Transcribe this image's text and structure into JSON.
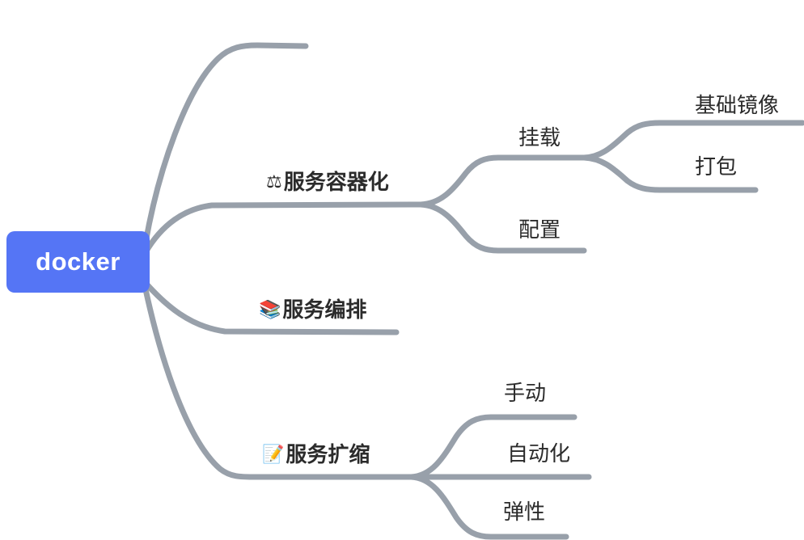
{
  "diagram": {
    "type": "mindmap",
    "title": "docker",
    "background_color": "#ffffff",
    "branch_color": "#98a0aa",
    "root_fill_color": "#5575f5",
    "root_text_color": "#ffffff",
    "label_text_color": "#2b2b2b",
    "root": {
      "label": "docker",
      "name": "root-node"
    },
    "nodes": {
      "blank_branch": {
        "label": "",
        "icon": ""
      },
      "containerize": {
        "label": "服务容器化",
        "icon": "⚖"
      },
      "orchestrate": {
        "label": "服务编排",
        "icon": "📚"
      },
      "scaling": {
        "label": "服务扩缩",
        "icon": "📝"
      },
      "mount": {
        "label": "挂载",
        "icon": ""
      },
      "config": {
        "label": "配置",
        "icon": ""
      },
      "base_image": {
        "label": "基础镜像",
        "icon": ""
      },
      "packaging": {
        "label": "打包",
        "icon": ""
      },
      "manual": {
        "label": "手动",
        "icon": ""
      },
      "automation": {
        "label": "自动化",
        "icon": ""
      },
      "elasticity": {
        "label": "弹性",
        "icon": ""
      }
    },
    "hierarchy": [
      {
        "key": "blank_branch",
        "level": 1,
        "children": []
      },
      {
        "key": "containerize",
        "level": 1,
        "children": [
          {
            "key": "mount",
            "level": 2,
            "children": [
              {
                "key": "base_image",
                "level": 3,
                "children": []
              },
              {
                "key": "packaging",
                "level": 3,
                "children": []
              }
            ]
          },
          {
            "key": "config",
            "level": 2,
            "children": []
          }
        ]
      },
      {
        "key": "orchestrate",
        "level": 1,
        "children": []
      },
      {
        "key": "scaling",
        "level": 1,
        "children": [
          {
            "key": "manual",
            "level": 2,
            "children": []
          },
          {
            "key": "automation",
            "level": 2,
            "children": []
          },
          {
            "key": "elasticity",
            "level": 2,
            "children": []
          }
        ]
      }
    ]
  }
}
